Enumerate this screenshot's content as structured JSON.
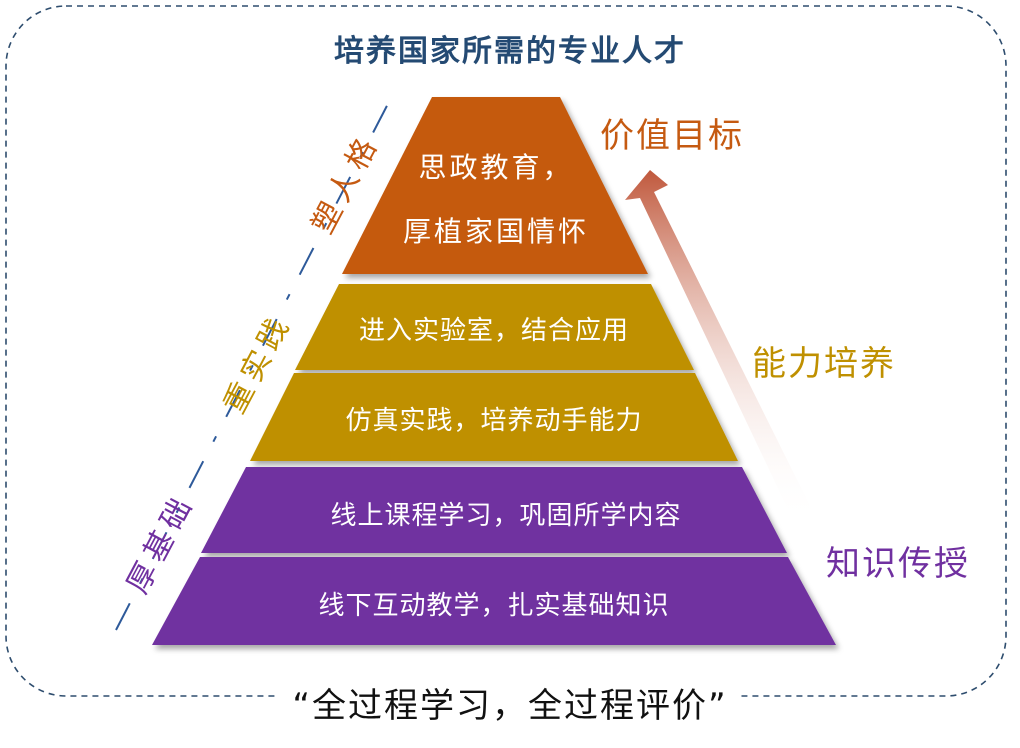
{
  "title": "培养国家所需的专业人才",
  "pyramid": {
    "apex": {
      "line1": "思政教育，",
      "line2": "厚植家国情怀",
      "color": "#c55a11"
    },
    "middle": [
      {
        "text": "进入实验室，结合应用",
        "color": "#bf9000"
      },
      {
        "text": "仿真实践，培养动手能力",
        "color": "#bf9000"
      }
    ],
    "base": [
      {
        "text": "线上课程学习，巩固所学内容",
        "color": "#7030a0"
      },
      {
        "text": "线下互动教学，扎实基础知识",
        "color": "#7030a0"
      }
    ]
  },
  "right_labels": {
    "top": {
      "text": "价值目标",
      "color": "#c55a11"
    },
    "middle": {
      "text": "能力培养",
      "color": "#bf9000"
    },
    "bottom": {
      "text": "知识传授",
      "color": "#7030a0"
    }
  },
  "left_labels": {
    "top": {
      "text": "塑人格",
      "color": "#c55a11"
    },
    "middle": {
      "text": "重实践",
      "color": "#bf9000"
    },
    "bottom": {
      "text": "厚基础",
      "color": "#7030a0"
    }
  },
  "slogan": "“全过程学习，全过程评价”",
  "colors": {
    "frame": "#2e4d6e",
    "left_axis": "#2e5a9a",
    "arrow_start": "#ffffff",
    "arrow_end": "#c05a3a"
  }
}
